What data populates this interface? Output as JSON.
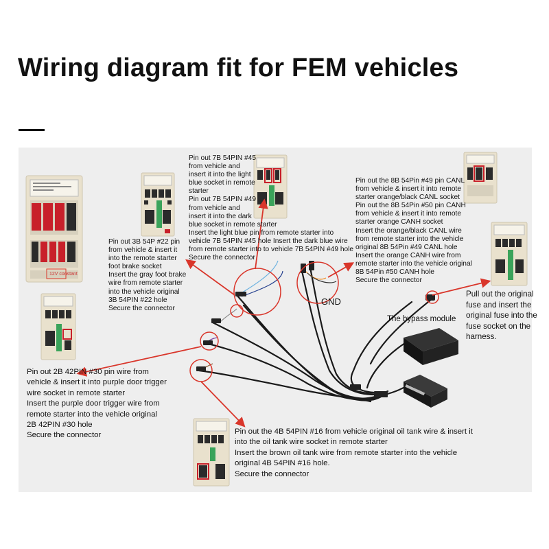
{
  "title": "Wiring diagram fit for FEM vehicles",
  "notes": {
    "note_7b": "Pin out 7B 54PIN #45\nfrom vehicle and\ninsert it into the light\nblue socket in remote\nstarter\nPin out 7B 54PIN #49\nfrom vehicle and\ninsert it into the dark\nblue socket in remote starter\nInsert the light blue pin from remote starter into\nvehicle 7B 54PIN #45 hole Insert the dark blue wire\nfrom remote starter into to vehicle 7B 54PIN #49 hole\nSecure the connector",
    "note_3b": "Pin out 3B 54P #22 pin\nfrom vehicle & insert it\ninto the remote starter\nfoot brake socket\nInsert the gray foot brake\nwire from remote starter\ninto the vehicle original\n3B 54PIN #22 hole\nSecure the connector",
    "note_8b": "Pin out the 8B 54Pin #49 pin CANL\nfrom vehicle & insert it into remote\nstarter orange/black CANL socket\nPin out the 8B 54Pin #50 pin CANH\nfrom vehicle & insert it into remote\nstarter orange CANH socket\nInsert the orange/black CANL wire\nfrom remote starter into the vehicle\noriginal 8B 54Pin #49 CANL hole\nInsert the orange CANH wire from\nremote starter into the vehicle original\n8B 54Pin #50 CANH hole\nSecure the connector",
    "note_fuse": "Pull out the original\nfuse and insert the\noriginal fuse into the\nfuse socket on the\nharness.",
    "note_2b": "Pin out 2B 42PIN #30 pin wire from\nvehicle & insert it into purple door trigger\nwire socket in remote starter\nInsert the purple door trigger wire from\nremote starter into the vehicle original\n2B 42PIN #30 hole\nSecure the connector",
    "note_4b": "Pin out the 4B 54PIN #16 from vehicle original oil tank wire & insert it\ninto the oil tank wire socket in remote starter\nInsert the brown oil tank wire from remote starter into the vehicle\noriginal 4B 54PIN #16 hole.\nSecure the connector"
  },
  "labels": {
    "gnd": "GND",
    "bypass": "The bypass module",
    "constant_12v": "12V constant"
  },
  "colors": {
    "arrow_red": "#d9362b",
    "wire_black": "#1a1a1a",
    "panel_bg": "#eeeeee",
    "module_beige": "#e9e1cd",
    "pin_red": "#c8202a",
    "pin_green": "#3aa35a"
  }
}
